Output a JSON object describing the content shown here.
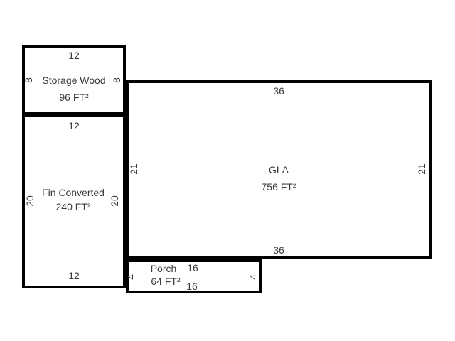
{
  "sketch": {
    "type": "floor-plan",
    "colors": {
      "background": "#ffffff",
      "wall": "#000000",
      "text": "#3a3a3a"
    },
    "rooms": {
      "storage": {
        "name": "Storage Wood",
        "area": "96 FT²",
        "dim_top": "12",
        "dim_left": "8",
        "dim_right": "8"
      },
      "fin": {
        "name": "Fin Converted",
        "area": "240 FT²",
        "dim_top": "12",
        "dim_left": "20",
        "dim_right": "20",
        "dim_bottom": "12"
      },
      "gla": {
        "name": "GLA",
        "area": "756 FT²",
        "dim_top": "36",
        "dim_left": "21",
        "dim_right": "21",
        "dim_bottom": "36"
      },
      "porch": {
        "name": "Porch",
        "area": "64 FT²",
        "dim_top": "16",
        "dim_left": "4",
        "dim_right": "4",
        "dim_bottom": "16"
      }
    }
  }
}
